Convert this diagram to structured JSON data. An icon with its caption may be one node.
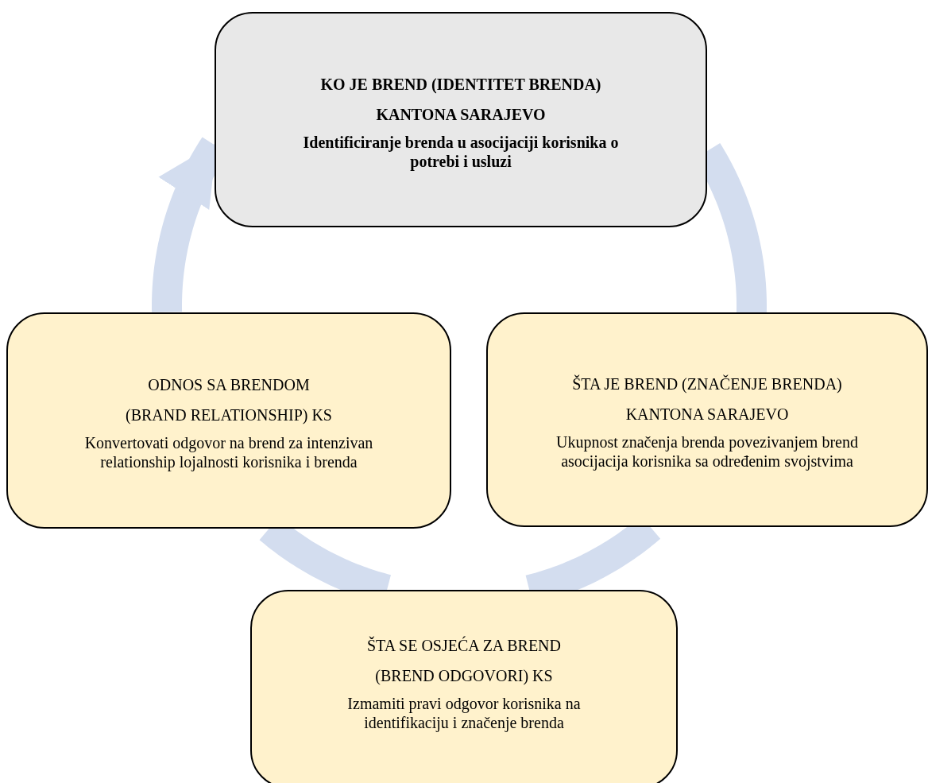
{
  "diagram": {
    "nodes": [
      {
        "text": [
          "KO JE BREND (IDENTITET BRENDA) KANTONA SARAJEVO",
          "Identificiranje brenda u asocijaciji korisnika o potrebi i usluzi"
        ]
      },
      {
        "text": [
          "ŠTA JE BREND (ZNAČENJE BRENDA) KANTONA SARAJEVO",
          "Ukupnost značenja brenda povezivanjem brend asocijacija korisnika sa određenim svojstvima"
        ]
      },
      {
        "text": [
          "ŠTA SE OSJEĆA ZA BREND (BREND ODGOVORI) KS",
          "Izmamiti pravi odgovor korisnika na identifikaciju i značenje brenda"
        ]
      },
      {
        "text": [
          "ODNOS SA BRENDOM (BRAND RELATIONSHIP) KS",
          "Konvertovati odgovor na brend za intenzivan relationship lojalnosti korisnika i brenda"
        ]
      }
    ],
    "edges": [
      {
        "from": 0,
        "to": 1,
        "arrow": "none"
      },
      {
        "from": 1,
        "to": 2,
        "arrow": "none"
      },
      {
        "from": 2,
        "to": 3,
        "arrow": "none"
      },
      {
        "from": 3,
        "to": 0,
        "arrow": "to"
      }
    ]
  }
}
